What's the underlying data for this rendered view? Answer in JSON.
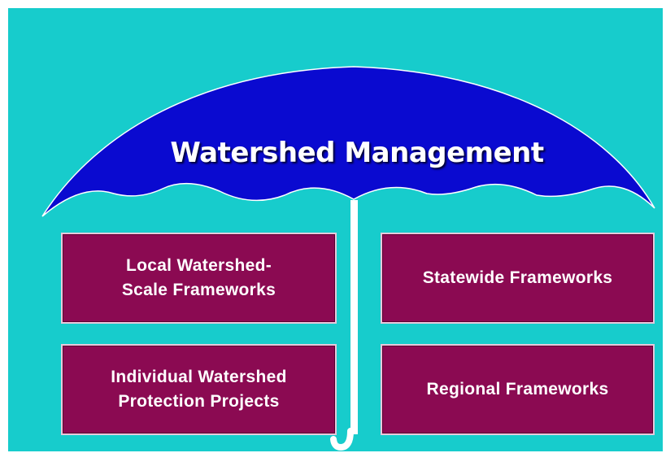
{
  "colors": {
    "background": "#17cccc",
    "canopy": "#0a0ad0",
    "handle": "#ffffff",
    "box_fill": "#8b0a52"
  },
  "umbrella": {
    "title": "Watershed Management"
  },
  "frameworks": [
    {
      "label": "Local Watershed-\nScale Frameworks"
    },
    {
      "label": "Statewide Frameworks"
    },
    {
      "label": "Individual Watershed\nProtection Projects"
    },
    {
      "label": "Regional Frameworks"
    }
  ]
}
